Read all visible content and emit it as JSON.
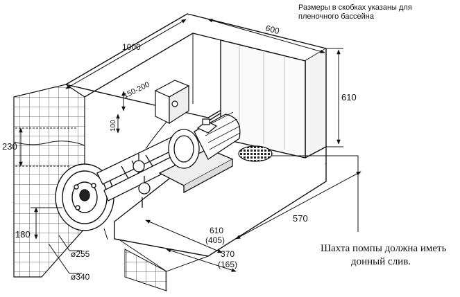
{
  "note": {
    "line1": "Размеры в скобках указаны для",
    "line2": "пленочного бассейна"
  },
  "caption": {
    "line1": "Шахта помпы должна иметь",
    "line2": "донный слив."
  },
  "dimensions": {
    "width_600": "600",
    "length_1000": "1000",
    "height_610": "610",
    "depth_150_200": "150-200",
    "offset_100": "100",
    "wall_230": "230",
    "floor_180": "180",
    "dist_570": "570",
    "dist_610": "610",
    "dist_610_liner": "(405)",
    "dist_370": "370",
    "dist_370_liner": "(165)",
    "dia_255": "ø255",
    "dia_340": "ø340"
  }
}
